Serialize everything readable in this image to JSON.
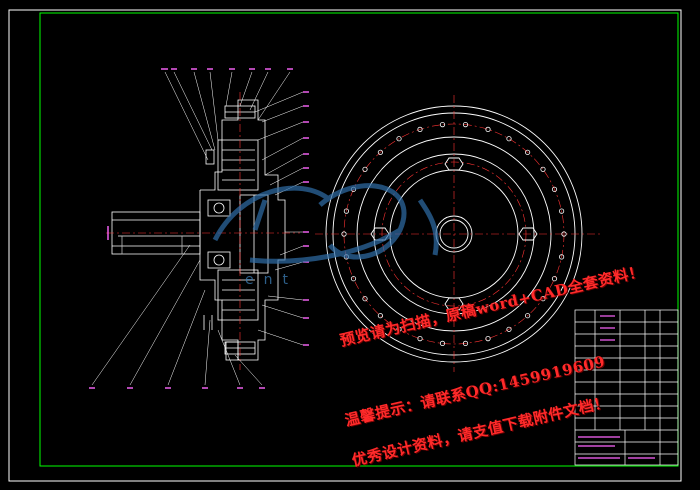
{
  "watermark": {
    "line1": "预览请为扫描，原稿word+CAD全套资料！",
    "line2": "温馨提示：请联系QQ:1459919609",
    "line3": "优秀设计资料，请支值下载附件文档！",
    "logo_text": "ent"
  },
  "colors": {
    "background": "#000000",
    "outer_frame": "#ffffff",
    "inner_frame": "#00ff00",
    "drawing_lines": "#ffffff",
    "center_lines": "#ff3333",
    "leader_labels": "#ff66ff",
    "holes": "#ff4444",
    "watermark": "#ff2a2a",
    "logo": "#3d7fb7"
  },
  "icons": {
    "logo": "globe-swoosh-logo"
  }
}
